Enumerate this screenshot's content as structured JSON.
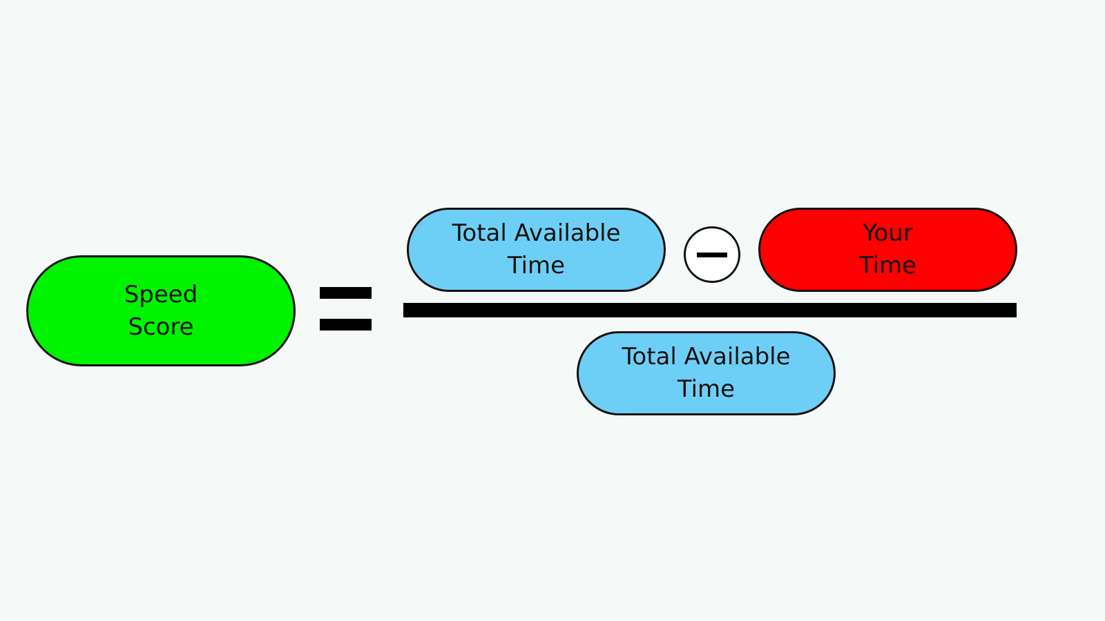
{
  "colors": {
    "background": "#f5f9f8",
    "green": "#00f400",
    "blue": "#6ecff6",
    "red": "#ff0000",
    "outline": "#111111",
    "operator": "#000000"
  },
  "formula": {
    "result": {
      "line1": "Speed",
      "line2": "Score",
      "color": "#00f400"
    },
    "equals_symbol": "=",
    "numerator": {
      "left": {
        "line1": "Total Available",
        "line2": "Time",
        "color": "#6ecff6"
      },
      "operator": "minus",
      "right": {
        "line1": "Your",
        "line2": "Time",
        "color": "#ff0000"
      }
    },
    "denominator": {
      "line1": "Total Available",
      "line2": "Time",
      "color": "#6ecff6"
    }
  },
  "icons": {
    "equals": "equals-icon",
    "minus": "minus-circle-icon"
  }
}
